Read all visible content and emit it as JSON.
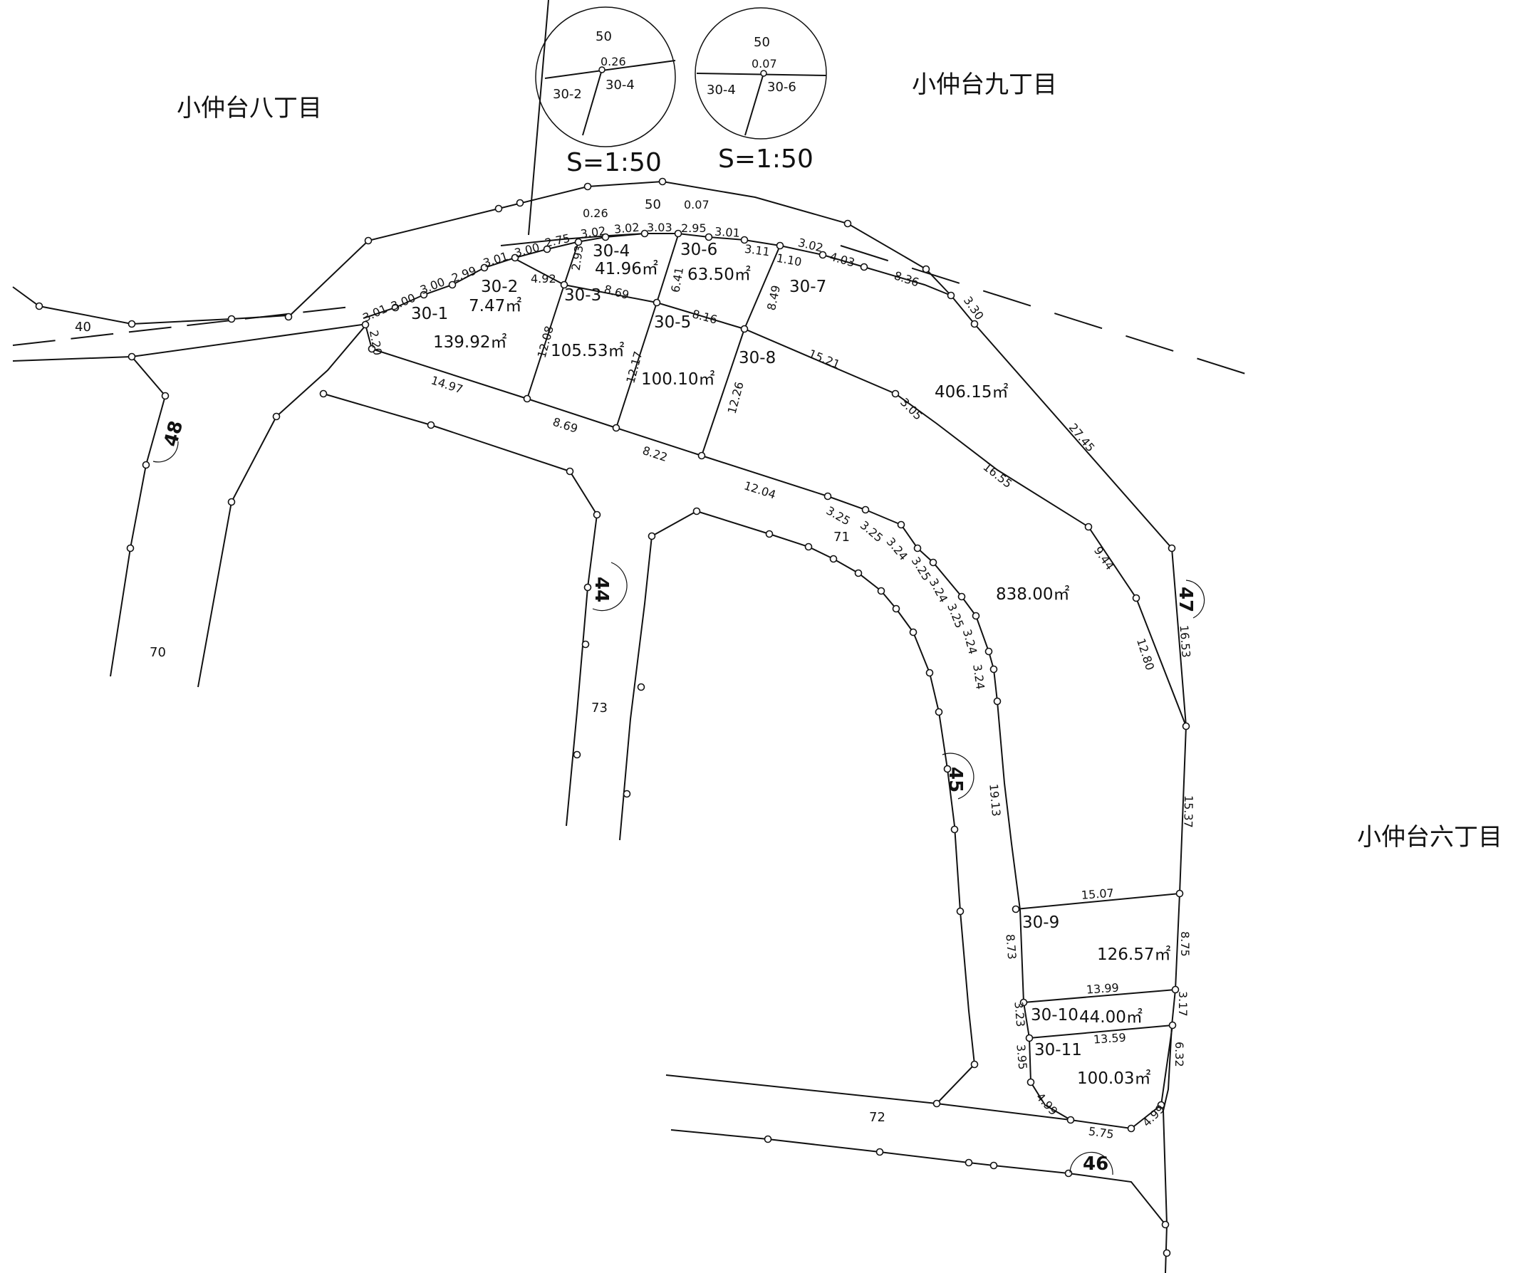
{
  "districts": {
    "hachi": "小仲台八丁目",
    "kyu": "小仲台九丁目",
    "roku": "小仲台六丁目"
  },
  "insets": [
    {
      "scale": "S=1:50",
      "parcel": "50",
      "offset": "0.26",
      "left": "30-2",
      "right": "30-4"
    },
    {
      "scale": "S=1:50",
      "parcel": "50",
      "offset": "0.07",
      "left": "30-4",
      "right": "30-6"
    }
  ],
  "parcels": {
    "p50": "50",
    "p40": "40",
    "p70": "70",
    "p71": "71",
    "p72": "72",
    "p73": "73"
  },
  "roads": {
    "r44": "44",
    "r45": "45",
    "r46": "46",
    "r47": "47",
    "r48": "48"
  },
  "lots": [
    {
      "id": "30-1",
      "area": "139.92㎡"
    },
    {
      "id": "30-2",
      "area": "7.47㎡"
    },
    {
      "id": "30-3",
      "area": "105.53㎡"
    },
    {
      "id": "30-4",
      "area": "41.96㎡"
    },
    {
      "id": "30-5",
      "area": "100.10㎡"
    },
    {
      "id": "30-6",
      "area": "63.50㎡"
    },
    {
      "id": "30-7",
      "area": "406.15㎡"
    },
    {
      "id": "30-8",
      "area": "838.00㎡"
    },
    {
      "id": "30-9",
      "area": "126.57㎡"
    },
    {
      "id": "30-10",
      "area": "44.00㎡"
    },
    {
      "id": "30-11",
      "area": "100.03㎡"
    }
  ],
  "dims": {
    "d0_26": "0.26",
    "d0_07": "0.07",
    "top1": "3.01",
    "top2": "3.00",
    "top3": "3.00",
    "top4": "2.99",
    "top5": "3.01",
    "top6": "3.00",
    "top7": "2.75",
    "top8": "3.02",
    "top9": "3.02",
    "top10": "3.03",
    "top11": "2.95",
    "top12": "3.01",
    "top13": "3.11",
    "top14": "1.10",
    "top15": "3.02",
    "top16": "4.03",
    "top17": "8.36",
    "top18": "3.30",
    "d2_20": "2.20",
    "d4_92": "4.92",
    "d2_93": "2.93",
    "d6_41": "6.41",
    "d8_49": "8.49",
    "d8_69a": "8.69",
    "d8_16": "8.16",
    "d15_21": "15.21",
    "d3_05": "3.05",
    "d12_08": "12.08",
    "d12_17": "12.17",
    "d12_26": "12.26",
    "d14_97": "14.97",
    "d8_69b": "8.69",
    "d8_22": "8.22",
    "d12_04": "12.04",
    "c1": "3.25",
    "c2": "3.25",
    "c3": "3.24",
    "c4": "3.25",
    "c5": "3.24",
    "c6": "3.25",
    "c7": "3.24",
    "c8": "3.24",
    "d27_45": "27.45",
    "d16_55": "16.55",
    "d9_44": "9.44",
    "d12_80": "12.80",
    "d16_53": "16.53",
    "d19_13": "19.13",
    "d15_37": "15.37",
    "d15_07": "15.07",
    "d8_73": "8.73",
    "d8_75": "8.75",
    "d13_99": "13.99",
    "d3_17": "3.17",
    "d3_23": "3.23",
    "d13_59": "13.59",
    "d3_95": "3.95",
    "d6_32": "6.32",
    "d4_99a": "4.99",
    "d5_75": "5.75",
    "d4_99b": "4.99"
  }
}
